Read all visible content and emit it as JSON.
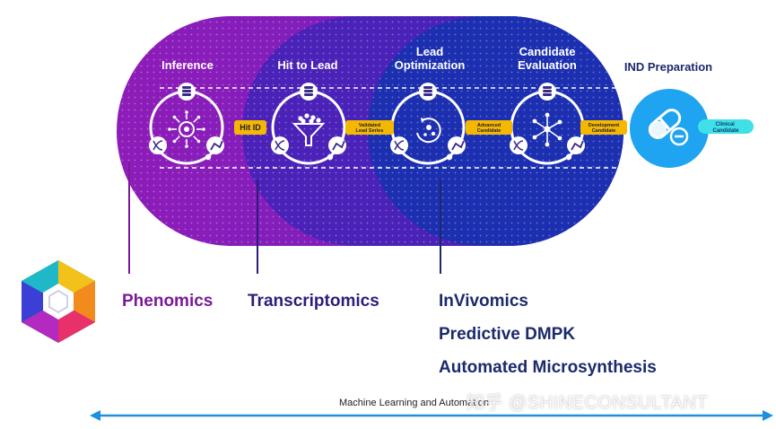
{
  "stages": [
    {
      "title_lines": [
        "Inference"
      ],
      "icon": "network-target-icon"
    },
    {
      "title_lines": [
        "Hit to Lead"
      ],
      "icon": "funnel-icon"
    },
    {
      "title_lines": [
        "Lead",
        "Optimization"
      ],
      "icon": "molecule-cycle-icon"
    },
    {
      "title_lines": [
        "Candidate",
        "Evaluation"
      ],
      "icon": "molecular-network-icon"
    }
  ],
  "ind": {
    "title": "IND Preparation",
    "icon": "pill-icon",
    "output_label_lines": [
      "Clinical",
      "Candidate"
    ]
  },
  "connectors": [
    {
      "lines": [
        "Hit ID"
      ]
    },
    {
      "lines": [
        "Validated",
        "Lead Series"
      ]
    },
    {
      "lines": [
        "Advanced",
        "Candidate"
      ]
    },
    {
      "lines": [
        "Development",
        "Candidate"
      ]
    }
  ],
  "platforms": {
    "phenomics": "Phenomics",
    "transcriptomics": "Transcriptomics",
    "invivomics": "InVivomics",
    "predictive_dmpk": "Predictive DMPK",
    "automated_microsynthesis": "Automated Microsynthesis"
  },
  "timeline_label": "Machine Learning and Automation",
  "watermark": "知乎 @SHINECONSULTANT",
  "colors": {
    "purple": "#8a1ab8",
    "violet": "#4a22b8",
    "deep_blue": "#1c2fb0",
    "connector_yellow": "#f5b800",
    "ind_blue": "#1ea4f0",
    "clinical_cyan": "#3fe0e8",
    "phenomics_text": "#7a1a9a",
    "dark_navy_text": "#1b2a6b",
    "timeline_arrow": "#1f8fe0"
  }
}
